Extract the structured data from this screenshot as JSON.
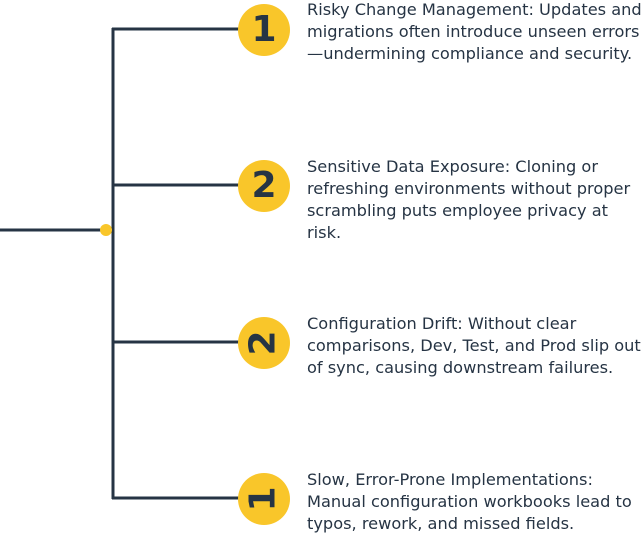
{
  "colors": {
    "line": "#263444",
    "accent": "#f9c62a",
    "text": "#263444"
  },
  "items": [
    {
      "number": "1",
      "text": "Risky Change Management: Updates and migrations often introduce unseen errors —undermining compliance and security."
    },
    {
      "number": "2",
      "text": "Sensitive Data Exposure: Cloning or refreshing environments without proper scrambling puts employee privacy at risk."
    },
    {
      "number": "2",
      "text": "Configuration Drift: Without clear comparisons, Dev, Test, and Prod slip out of sync, causing downstream failures."
    },
    {
      "number": "1",
      "text": "Slow, Error-Prone Implementations: Manual configuration workbooks lead to typos, rework, and missed fields."
    }
  ]
}
